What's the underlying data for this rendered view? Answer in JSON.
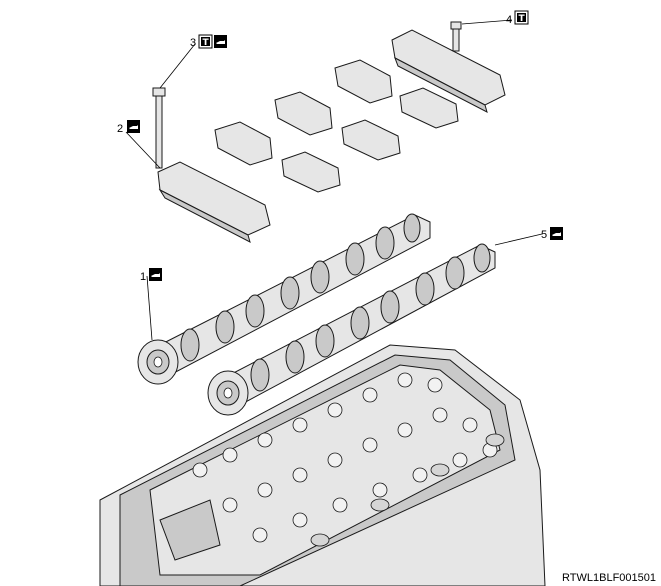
{
  "callouts": [
    {
      "number": "1",
      "badges": [
        "oil-can-icon"
      ]
    },
    {
      "number": "2",
      "badges": [
        "oil-can-icon"
      ]
    },
    {
      "number": "3",
      "badges": [
        "torque-icon",
        "oil-can-icon"
      ]
    },
    {
      "number": "4",
      "badges": [
        "torque-icon"
      ]
    },
    {
      "number": "5",
      "badges": [
        "oil-can-icon"
      ]
    }
  ],
  "torque_symbol": "T",
  "reference_code": "RTWL1BLF001501"
}
